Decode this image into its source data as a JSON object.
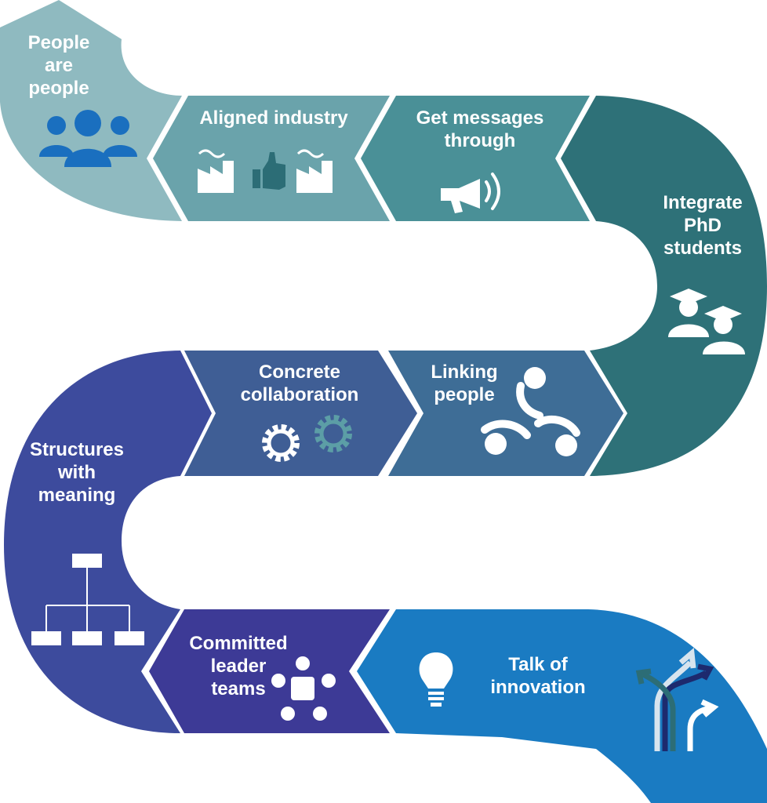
{
  "steps": [
    {
      "id": "people-are-people",
      "lines": [
        "People",
        "are",
        "people"
      ],
      "color": "#8fbac0",
      "icon": "group-icon"
    },
    {
      "id": "aligned-industry",
      "lines": [
        "Aligned industry"
      ],
      "color": "#6aa3ab",
      "icon": "factory-thumbs-up-icon"
    },
    {
      "id": "get-messages-through",
      "lines": [
        "Get messages",
        "through"
      ],
      "color": "#4a9097",
      "icon": "megaphone-icon"
    },
    {
      "id": "integrate-phd-students",
      "lines": [
        "Integrate",
        "PhD",
        "students"
      ],
      "color": "#2e7178",
      "icon": "graduate-icon"
    },
    {
      "id": "linking-people",
      "lines": [
        "Linking",
        "people"
      ],
      "color": "#3e6d96",
      "icon": "linked-people-icon"
    },
    {
      "id": "concrete-collaboration",
      "lines": [
        "Concrete",
        "collaboration"
      ],
      "color": "#3f5e95",
      "icon": "gears-icon"
    },
    {
      "id": "structures-with-meaning",
      "lines": [
        "Structures",
        "with",
        "meaning"
      ],
      "color": "#3d4b9d",
      "icon": "org-chart-icon"
    },
    {
      "id": "committed-leader-teams",
      "lines": [
        "Committed",
        "leader",
        "teams"
      ],
      "color": "#3d3a96",
      "icon": "team-puzzle-icon"
    },
    {
      "id": "talk-of-innovation",
      "lines": [
        "Talk of",
        "innovation"
      ],
      "color": "#1a7bc2",
      "icon": "lightbulb-arrows-icon"
    }
  ]
}
